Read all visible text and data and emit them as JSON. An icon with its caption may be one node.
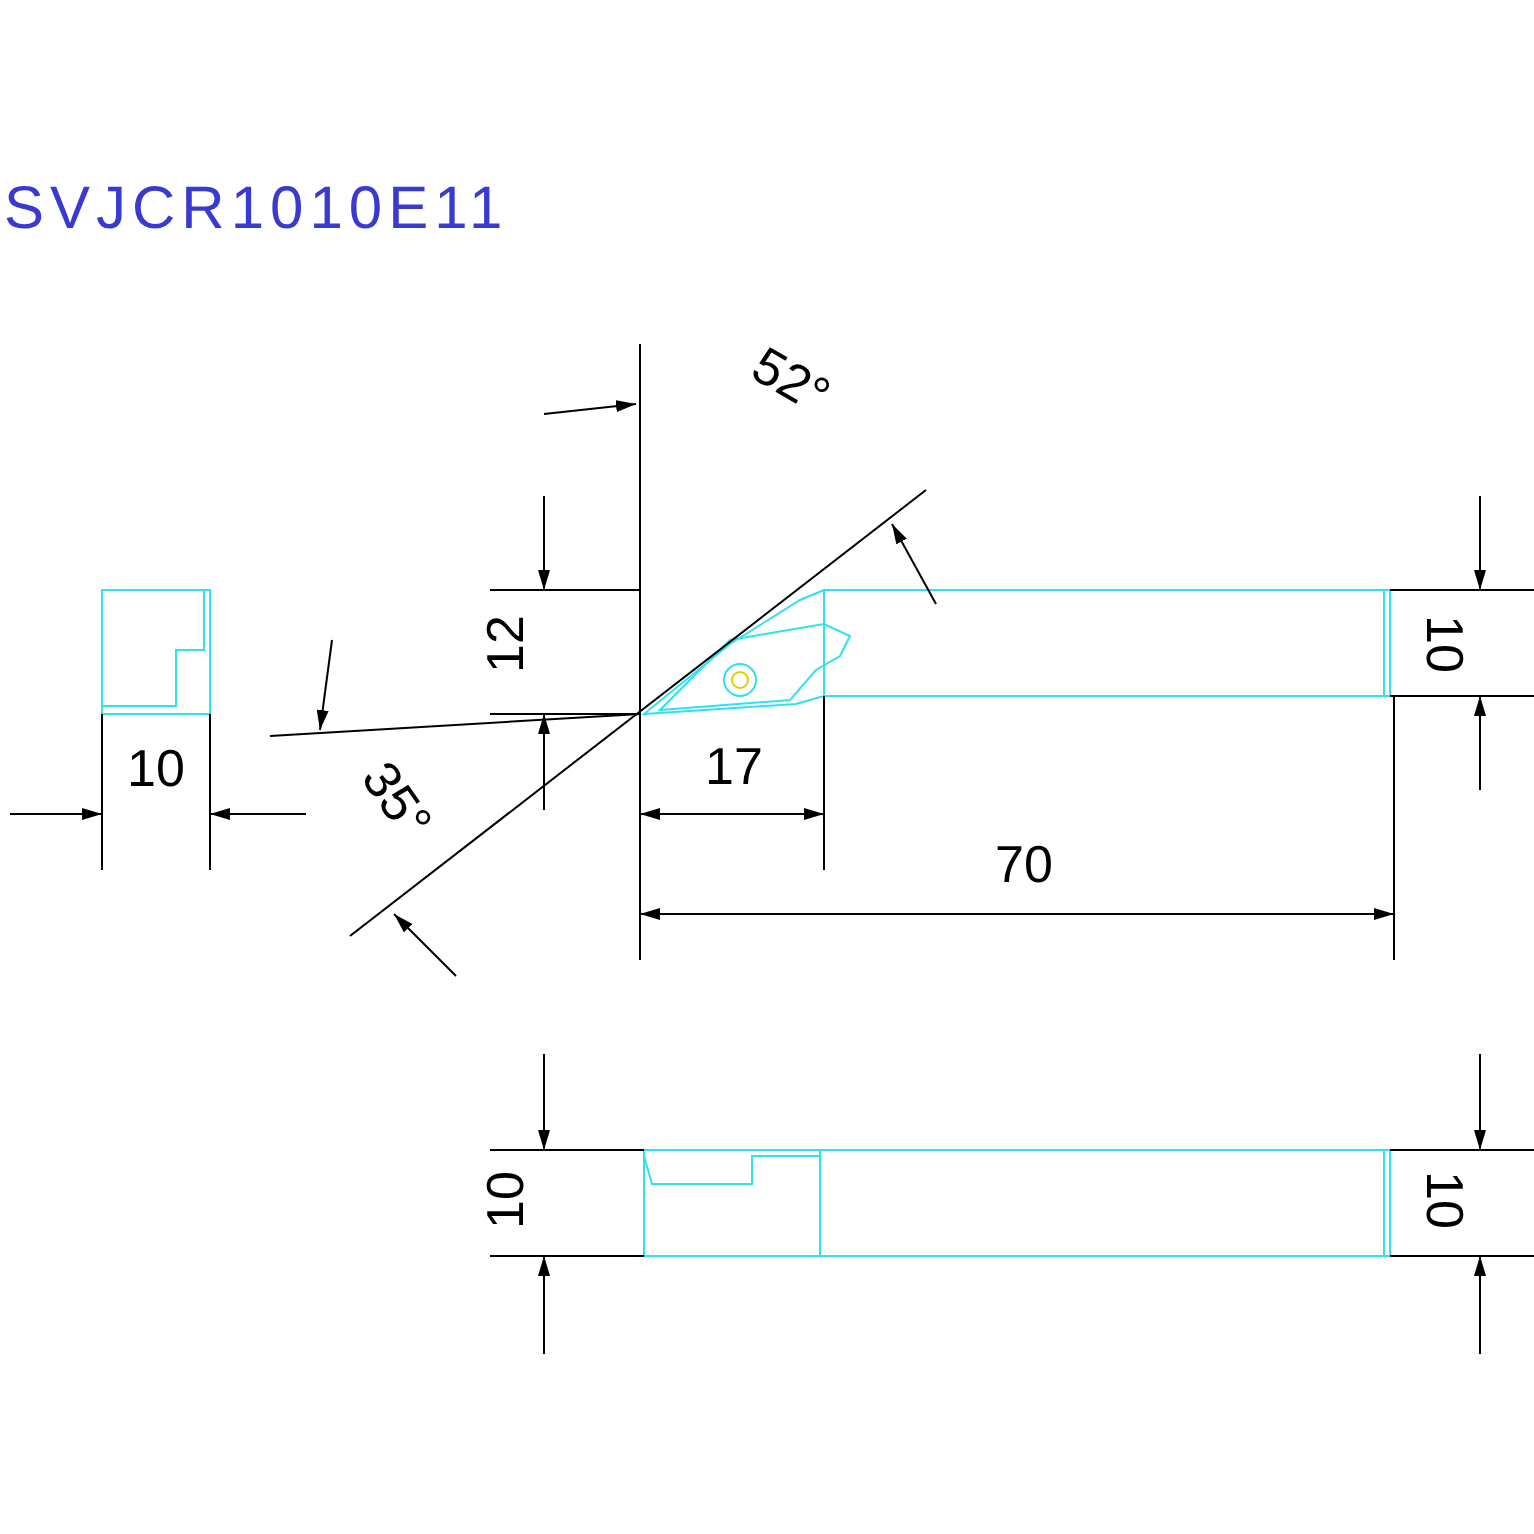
{
  "diagram": {
    "title": "SVJCR1010E11",
    "labels": [
      "52°",
      "12",
      "10",
      "10",
      "35°",
      "17",
      "70",
      "10",
      "10"
    ]
  }
}
